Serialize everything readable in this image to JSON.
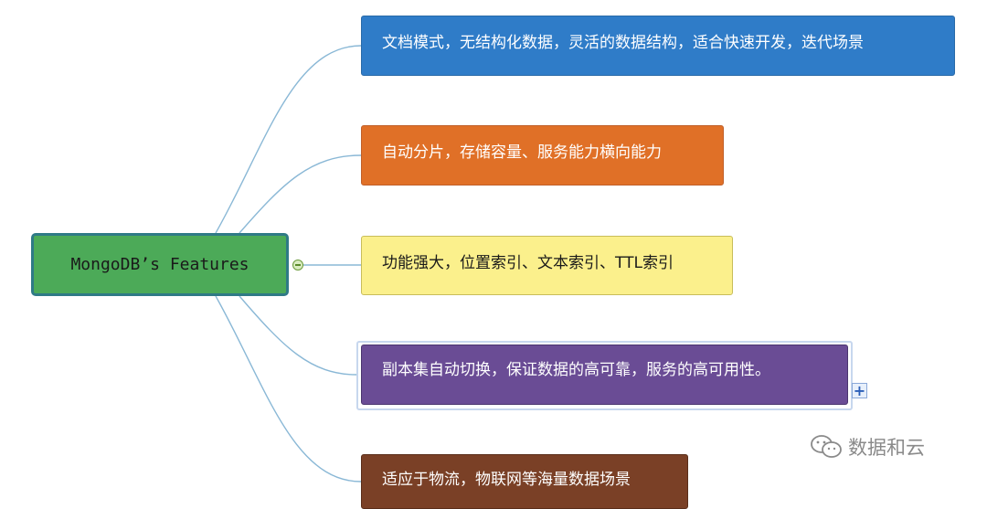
{
  "central_topic": {
    "label": "MongoDB’s Features"
  },
  "branches": [
    {
      "label": "文档模式，无结构化数据，灵活的数据结构，适合快速开发，迭代场景",
      "color": "#2f7cc8"
    },
    {
      "label": "自动分片，存储容量、服务能力横向能力",
      "color": "#e07027"
    },
    {
      "label": "功能强大，位置索引、文本索引、TTL索引",
      "color": "#fbf08c"
    },
    {
      "label": "副本集自动切换，保证数据的高可靠，服务的高可用性。",
      "color": "#6a4c95",
      "selected": true
    },
    {
      "label": "适应于物流，物联网等海量数据场景",
      "color": "#7a4026"
    }
  ],
  "controls": {
    "collapse_icon": "minus-circle-icon",
    "expand_icon": "plus-square-icon",
    "expand_glyph": "+"
  },
  "watermark": {
    "icon": "wechat-icon",
    "text": "数据和云"
  },
  "colors": {
    "central_fill": "#4caa58",
    "connector": "#8ab8d6"
  }
}
